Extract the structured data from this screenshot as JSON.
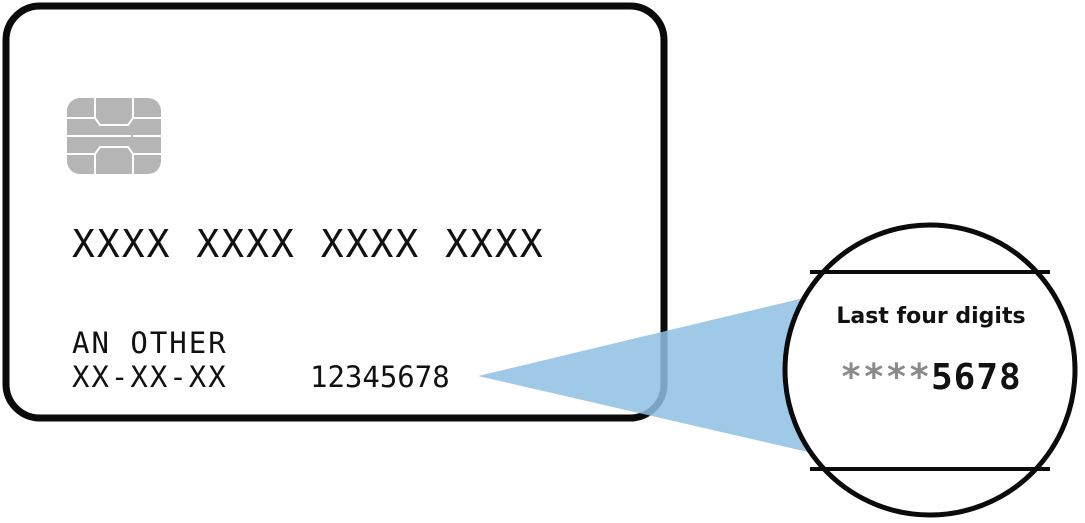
{
  "card": {
    "number": "XXXX XXXX XXXX XXXX",
    "holder_name": "AN OTHER",
    "sort_code": "XX-XX-XX",
    "account_number": "12345678"
  },
  "magnifier": {
    "label": "Last four digits",
    "masked_prefix": "****",
    "last_four": "5678"
  },
  "colors": {
    "outline": "#0b0b0b",
    "chip": "#b5b5b5",
    "highlight": "#8fbfe4",
    "masked_text": "#8a8a8a",
    "text": "#111111"
  }
}
